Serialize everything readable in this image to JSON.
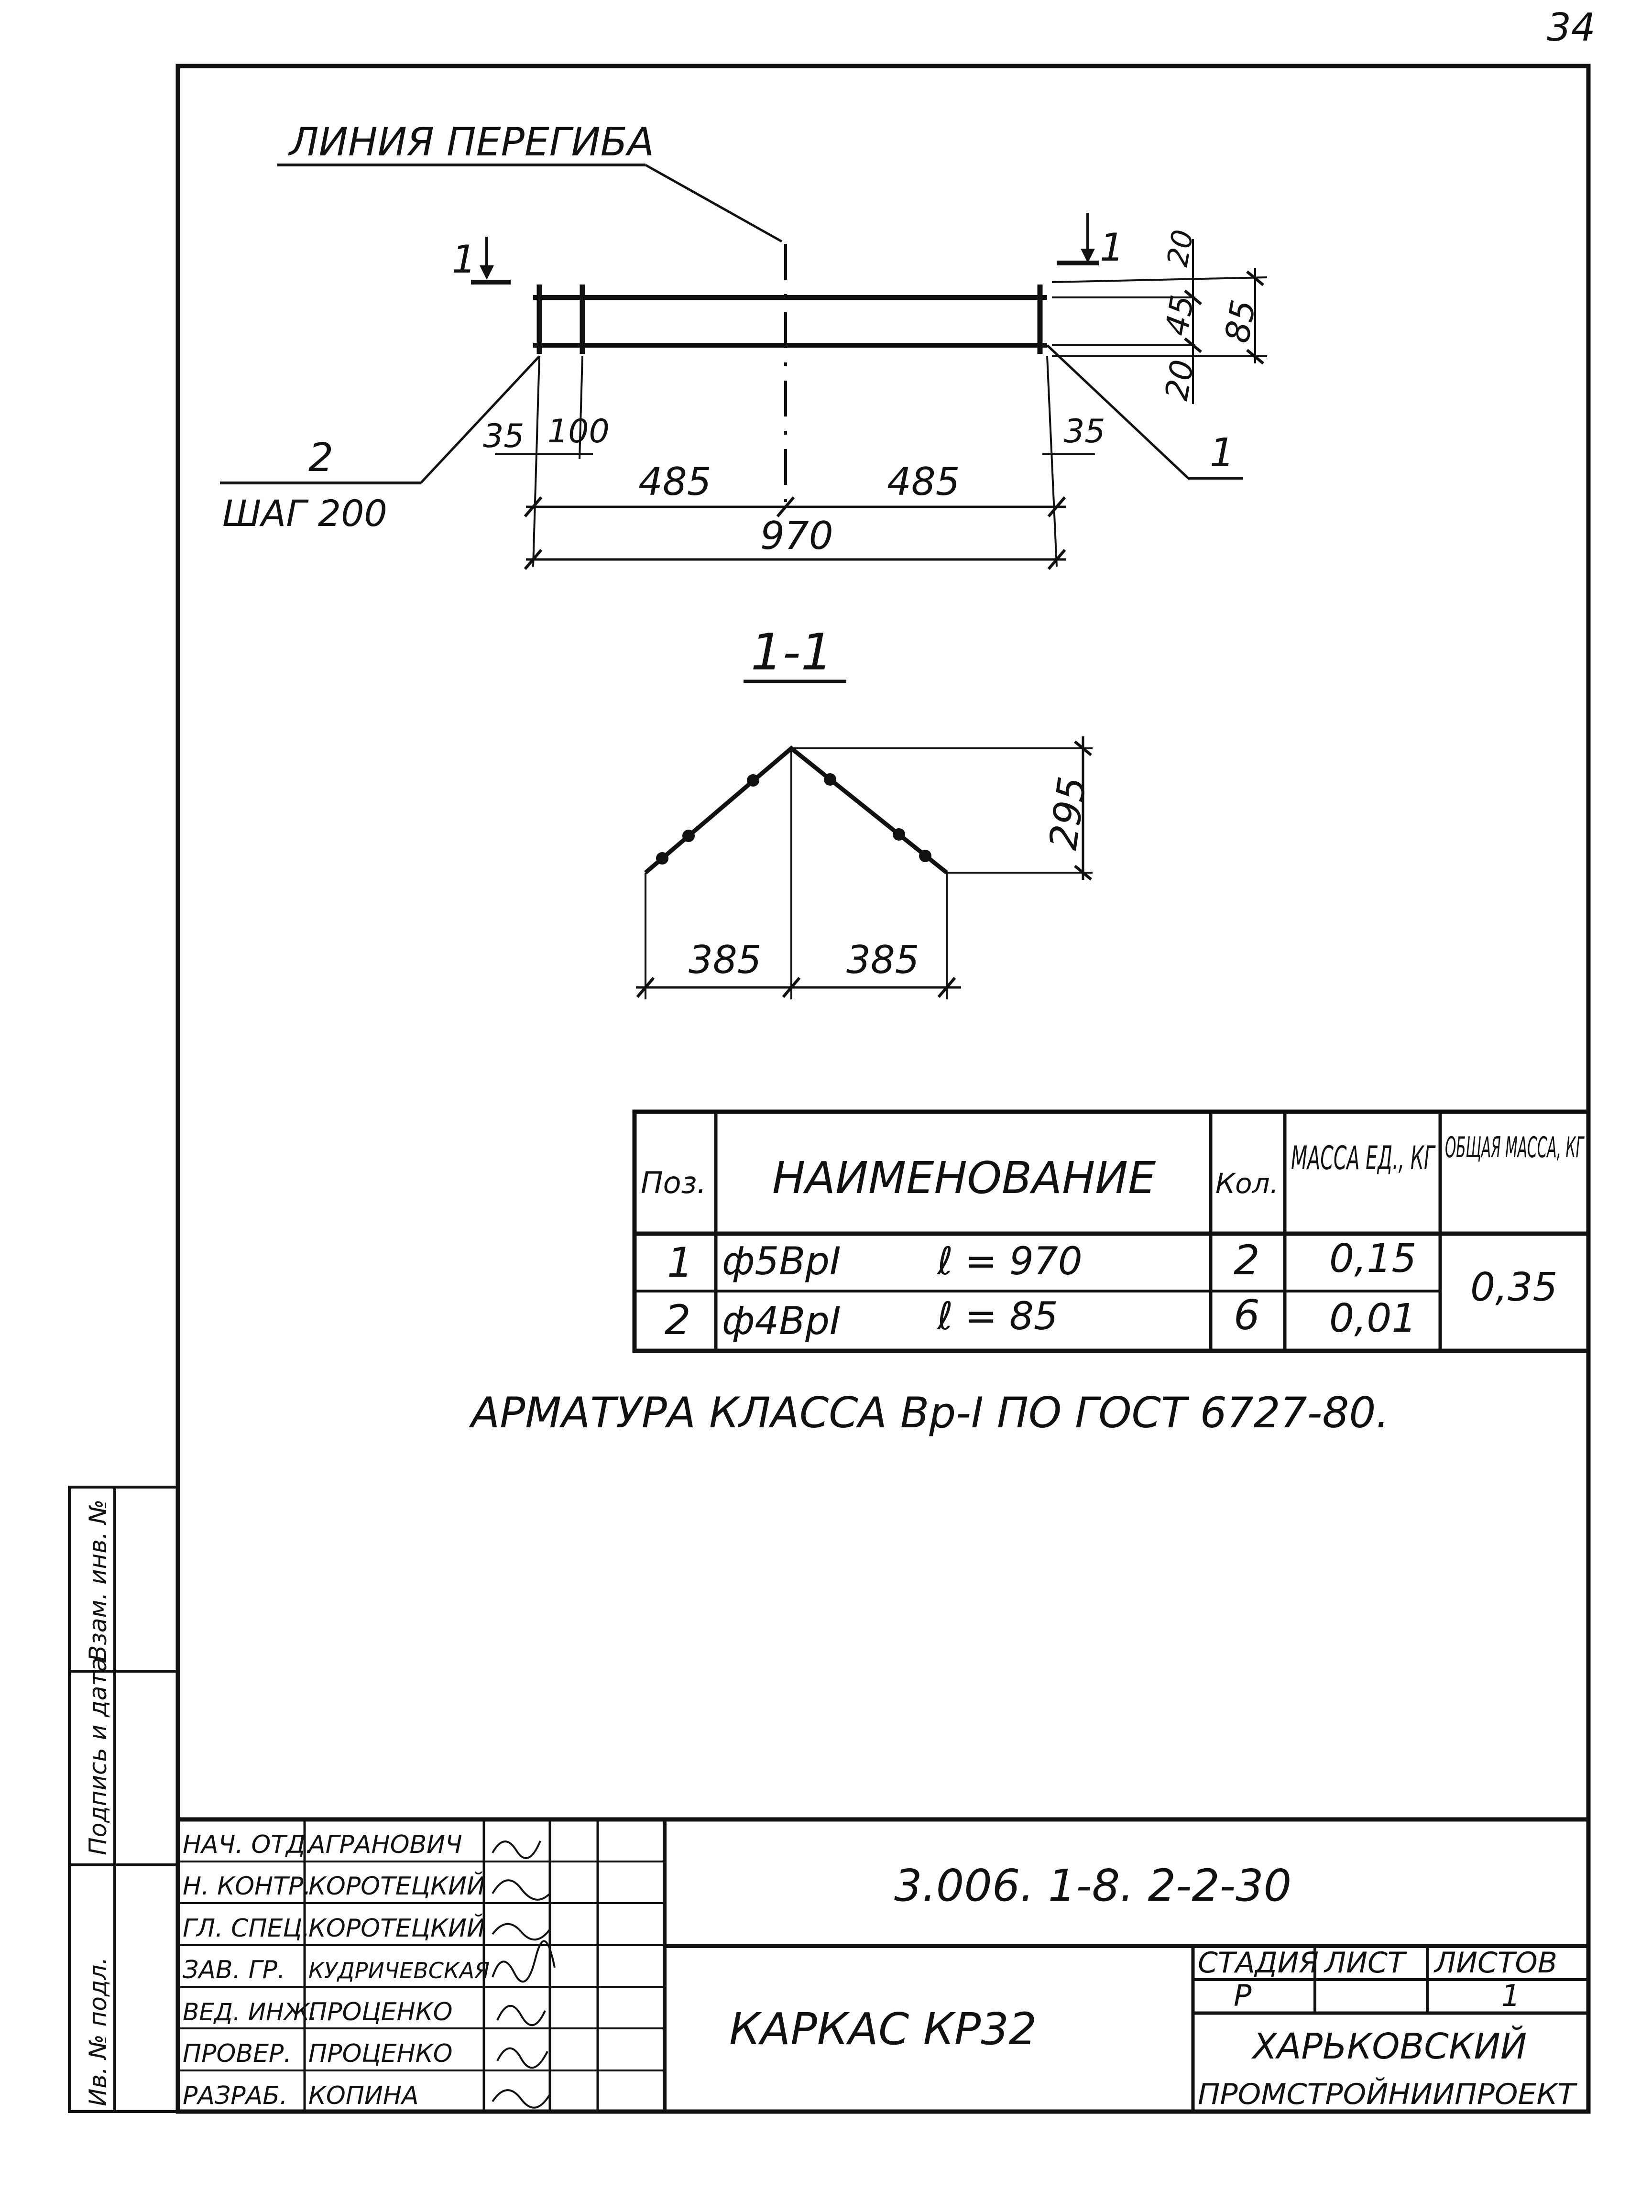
{
  "sheet_number": "34",
  "drawing": {
    "bend_line_label": "ЛИНИЯ ПЕРЕГИБА",
    "section_mark": "1",
    "pos2_label": "2",
    "pos2_step": "ШАГ 200",
    "pos1_label": "1",
    "dims": {
      "d35_left": "35",
      "d100": "100",
      "d35_right": "35",
      "half_left": "485",
      "half_right": "485",
      "total": "970",
      "v20_top": "20",
      "v45": "45",
      "v20_bottom": "20",
      "v85": "85"
    },
    "section_title": "1-1",
    "section_dims": {
      "height": "295",
      "left": "385",
      "right": "385"
    }
  },
  "spec_table": {
    "headers": [
      "Поз.",
      "НАИМЕНОВАНИЕ",
      "Кол.",
      "МАССА ЕД., КГ",
      "ОБЩАЯ МАССА, КГ"
    ],
    "rows": [
      {
        "pos": "1",
        "name": "ф5ВрI",
        "length": "ℓ = 970",
        "qty": "2",
        "mass_unit": "0,15"
      },
      {
        "pos": "2",
        "name": "ф4ВрI",
        "length": "ℓ = 85",
        "qty": "6",
        "mass_unit": "0,01"
      }
    ],
    "total_mass": "0,35"
  },
  "note": "АРМАТУРА КЛАССА Вр-I ПО ГОСТ 6727-80.",
  "side_stamp": {
    "inv_no_podl": "Ив. № подл.",
    "podpis_data": "Подпись и дата",
    "vzam_inv": "Взам. инв. №"
  },
  "title_block": {
    "signers": [
      {
        "role": "НАЧ. ОТД.",
        "name": "АГРАНОВИЧ"
      },
      {
        "role": "Н. КОНТР.",
        "name": "КОРОТЕЦКИЙ"
      },
      {
        "role": "ГЛ. СПЕЦ.",
        "name": "КОРОТЕЦКИЙ"
      },
      {
        "role": "ЗАВ. ГР.",
        "name": "КУДРИЧЕВСКАЯ"
      },
      {
        "role": "ВЕД. ИНЖ.",
        "name": "ПРОЦЕНКО"
      },
      {
        "role": "ПРОВЕР.",
        "name": "ПРОЦЕНКО"
      },
      {
        "role": "РАЗРАБ.",
        "name": "КОПИНА"
      }
    ],
    "doc_code": "3.006. 1-8. 2-2-30",
    "title": "КАРКАС КР32",
    "stage_header": "СТАДИЯ",
    "sheet_header": "ЛИСТ",
    "sheets_header": "ЛИСТОВ",
    "stage": "Р",
    "sheet": "",
    "sheets": "1",
    "org_line1": "ХАРЬКОВСКИЙ",
    "org_line2": "ПРОМСТРОЙНИИПРОЕКТ"
  }
}
